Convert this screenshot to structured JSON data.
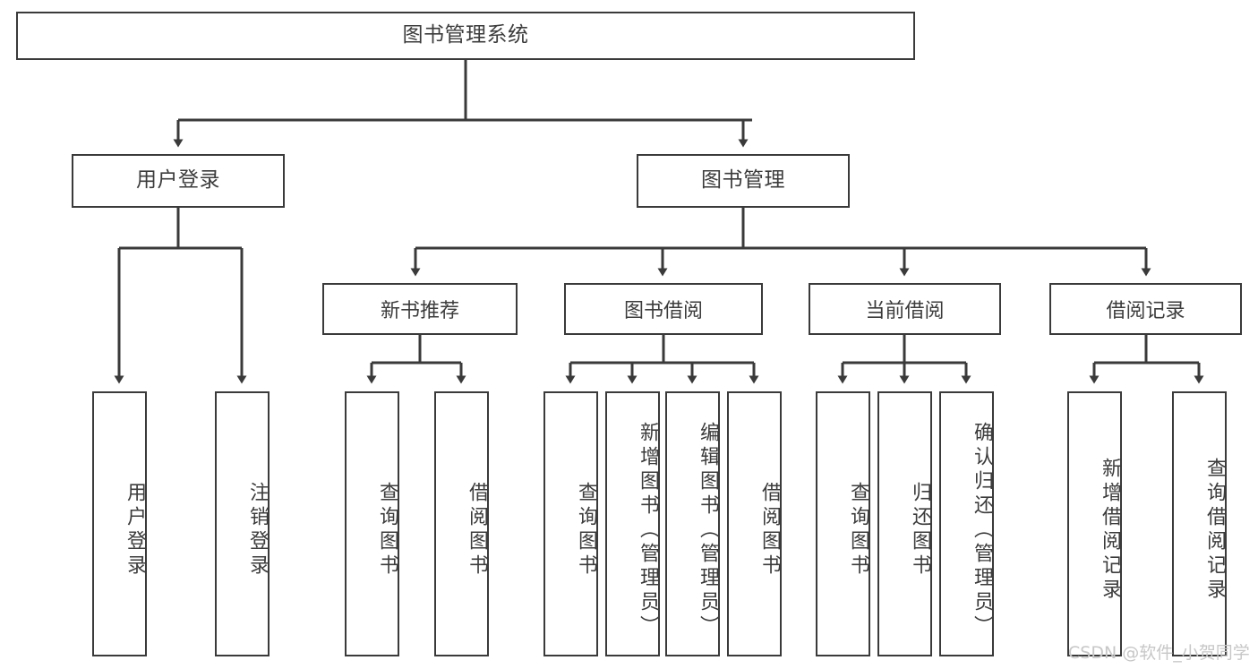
{
  "diagram": {
    "title": "图书管理系统",
    "type": "tree-hierarchy-flowchart",
    "root": {
      "id": "root",
      "label": "图书管理系统"
    },
    "level2": [
      {
        "id": "user-login",
        "label": "用户登录"
      },
      {
        "id": "book-manage",
        "label": "图书管理"
      }
    ],
    "level3": [
      {
        "id": "new-book-recommend",
        "label": "新书推荐",
        "parent": "book-manage"
      },
      {
        "id": "book-borrow",
        "label": "图书借阅",
        "parent": "book-manage"
      },
      {
        "id": "current-borrow",
        "label": "当前借阅",
        "parent": "book-manage"
      },
      {
        "id": "borrow-record",
        "label": "借阅记录",
        "parent": "book-manage"
      }
    ],
    "leaves": [
      {
        "id": "leaf-user-login",
        "label": "用户登录",
        "parent": "user-login"
      },
      {
        "id": "leaf-logout-login",
        "label": "注销登录",
        "parent": "user-login"
      },
      {
        "id": "leaf-query-book-1",
        "label": "查询图书",
        "parent": "new-book-recommend"
      },
      {
        "id": "leaf-borrow-book-1",
        "label": "借阅图书",
        "parent": "new-book-recommend"
      },
      {
        "id": "leaf-query-book-2",
        "label": "查询图书",
        "parent": "book-borrow"
      },
      {
        "id": "leaf-add-book",
        "label": "新增图书（管理员）",
        "parent": "book-borrow"
      },
      {
        "id": "leaf-edit-book",
        "label": "编辑图书（管理员）",
        "parent": "book-borrow"
      },
      {
        "id": "leaf-borrow-book-2",
        "label": "借阅图书",
        "parent": "book-borrow"
      },
      {
        "id": "leaf-query-book-3",
        "label": "查询图书",
        "parent": "current-borrow"
      },
      {
        "id": "leaf-return-book",
        "label": "归还图书",
        "parent": "current-borrow"
      },
      {
        "id": "leaf-confirm-return",
        "label": "确认归还（管理员）",
        "parent": "current-borrow"
      },
      {
        "id": "leaf-add-record",
        "label": "新增借阅记录",
        "parent": "borrow-record"
      },
      {
        "id": "leaf-query-record",
        "label": "查询借阅记录",
        "parent": "borrow-record"
      }
    ]
  },
  "watermark": {
    "text": "CSDN @软件_小贺同学"
  },
  "colors": {
    "stroke": "#3a3a3a",
    "text": "#3c3c3c",
    "background": "#ffffff",
    "watermark": "#c7c7c7"
  }
}
